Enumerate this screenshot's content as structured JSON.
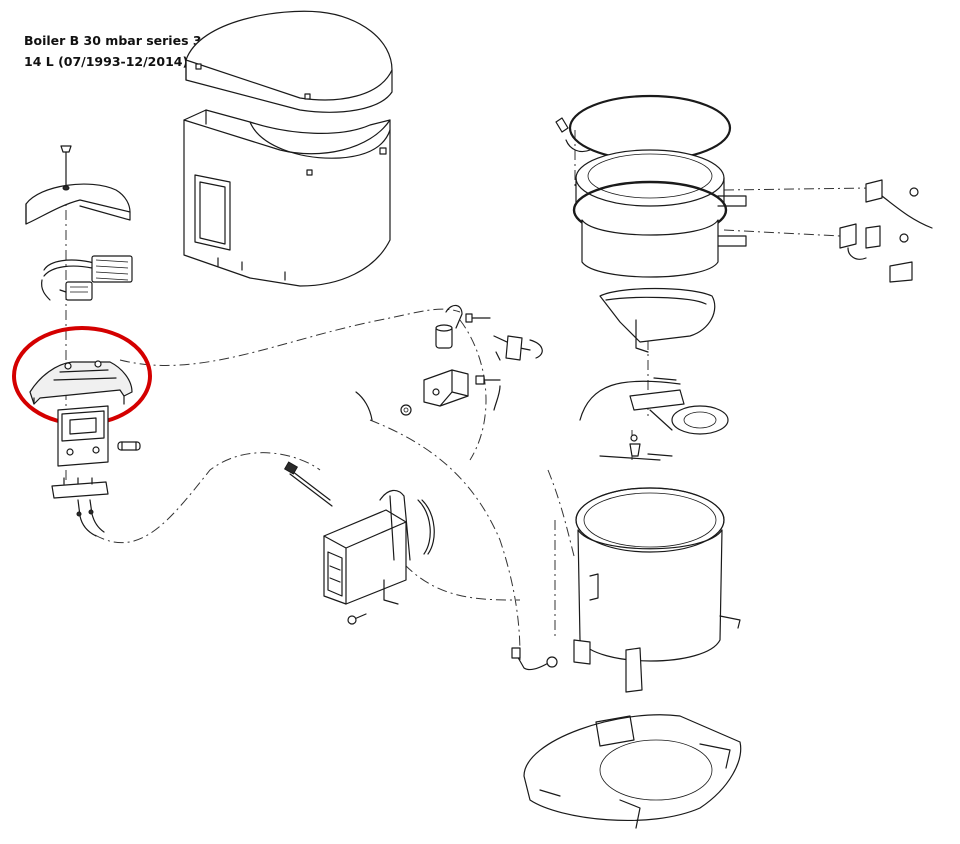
{
  "title": {
    "line1": "Boiler B 30 mbar series 3",
    "line2": "14 L (07/1993-12/2014)"
  },
  "highlight": {
    "color": "#d40000",
    "target": "control-panel-bracket"
  }
}
